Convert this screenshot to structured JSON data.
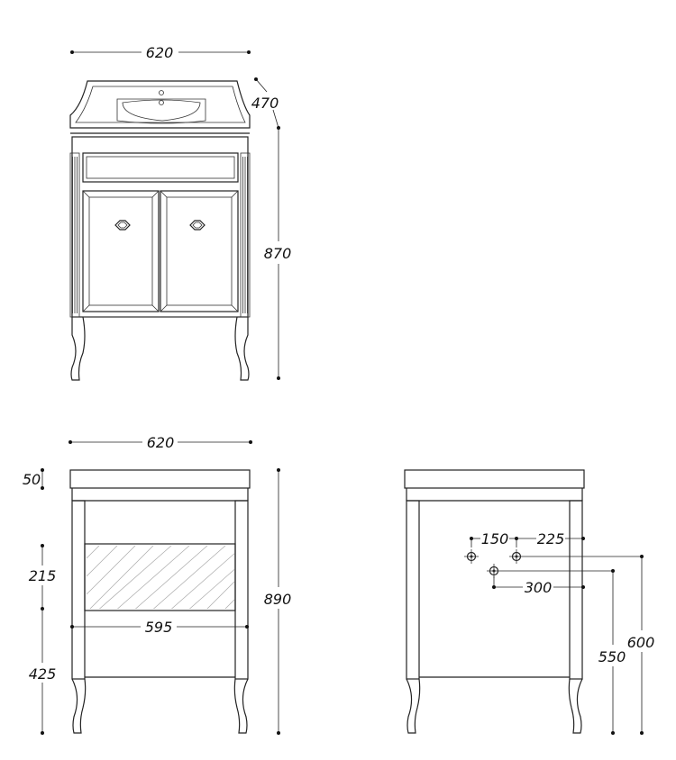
{
  "front_view": {
    "width_label": "620",
    "depth_label": "470",
    "height_label": "870"
  },
  "side_view": {
    "width_label": "620",
    "top_label": "50",
    "drawer_label": "215",
    "lower_label": "425",
    "inner_width_label": "595",
    "height_label": "890"
  },
  "connections_view": {
    "label_150": "150",
    "label_225": "225",
    "label_300": "300",
    "label_550": "550",
    "label_600": "600"
  }
}
